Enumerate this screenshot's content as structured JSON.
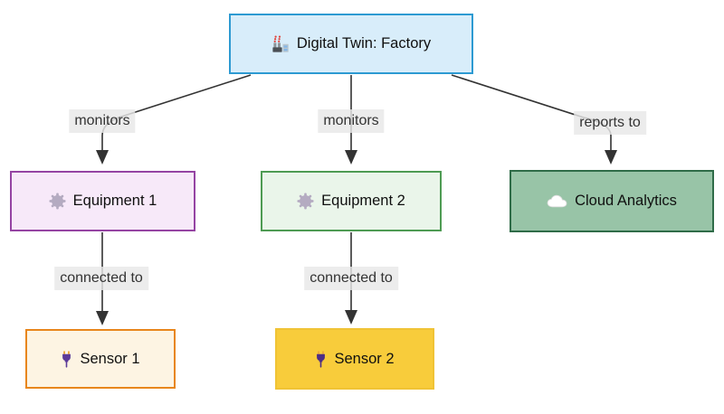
{
  "diagram": {
    "type": "flowchart",
    "direction": "top-down",
    "colors": {
      "canvas_bg": "#ffffff",
      "edge": "#333333",
      "edge_label_bg": "#e8e8e8",
      "edge_label_text": "#333333",
      "node_text": "#101010"
    },
    "nodes": [
      {
        "id": "factory",
        "label": "Digital Twin: Factory",
        "icon": "factory-icon",
        "bg": "#d8edfa",
        "border": "#2d9ad2"
      },
      {
        "id": "equipment1",
        "label": "Equipment 1",
        "icon": "gear-icon",
        "bg": "#f7e9f9",
        "border": "#9544a3"
      },
      {
        "id": "equipment2",
        "label": "Equipment 2",
        "icon": "gear-icon",
        "bg": "#eaf5ea",
        "border": "#4e9b53"
      },
      {
        "id": "cloud_analytics",
        "label": "Cloud Analytics",
        "icon": "cloud-icon",
        "bg": "#98c4a7",
        "border": "#2f6c48"
      },
      {
        "id": "sensor1",
        "label": "Sensor 1",
        "icon": "plug-icon",
        "bg": "#fdf4e3",
        "border": "#e8861c"
      },
      {
        "id": "sensor2",
        "label": "Sensor 2",
        "icon": "plug-icon",
        "bg": "#f8cc3b",
        "border": "#f0c335"
      }
    ],
    "edges": [
      {
        "from": "factory",
        "to": "equipment1",
        "label": "monitors"
      },
      {
        "from": "factory",
        "to": "equipment2",
        "label": "monitors"
      },
      {
        "from": "factory",
        "to": "cloud_analytics",
        "label": "reports to"
      },
      {
        "from": "equipment1",
        "to": "sensor1",
        "label": "connected to"
      },
      {
        "from": "equipment2",
        "to": "sensor2",
        "label": "connected to"
      }
    ]
  }
}
